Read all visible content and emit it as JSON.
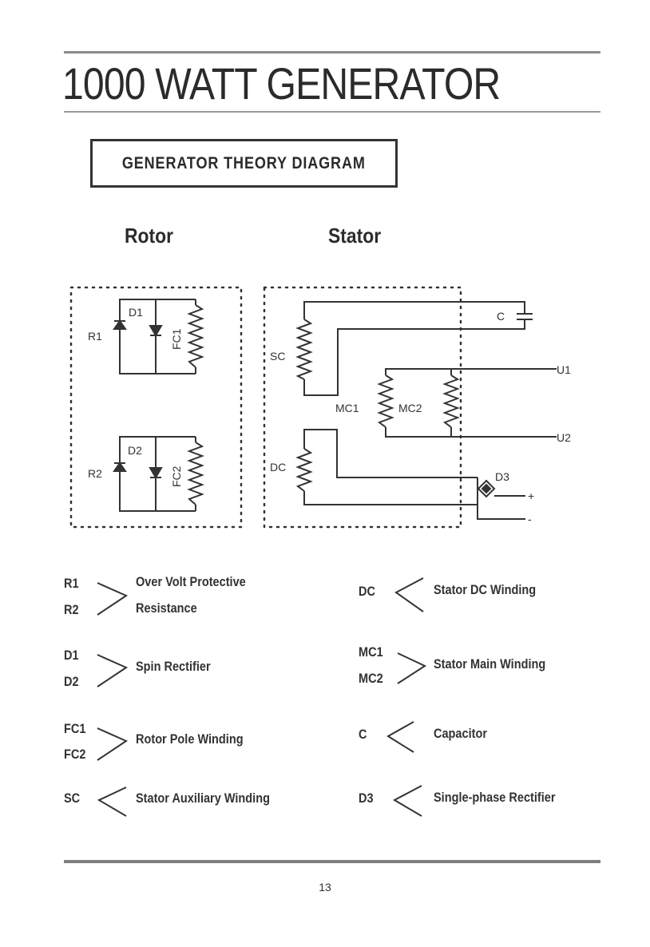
{
  "title": "1000 WATT GENERATOR",
  "subtitle": "GENERATOR THEORY DIAGRAM",
  "columns": {
    "rotor": "Rotor",
    "stator": "Stator"
  },
  "diagram_labels": {
    "d1": "D1",
    "r1": "R1",
    "fc1": "FC1",
    "d2": "D2",
    "r2": "R2",
    "fc2": "FC2",
    "sc": "SC",
    "c": "C",
    "u1": "U1",
    "mc1": "MC1",
    "mc2": "MC2",
    "u2": "U2",
    "dc": "DC",
    "d3": "D3",
    "plus": "+",
    "minus": "-"
  },
  "legend_left": [
    {
      "codes": [
        "R1",
        "R2"
      ],
      "description": [
        "Over  Volt Protective",
        "Resistance"
      ]
    },
    {
      "codes": [
        "D1",
        "D2"
      ],
      "description": [
        "Spin Rectifier"
      ]
    },
    {
      "codes": [
        "FC1",
        "FC2"
      ],
      "description": [
        "Rotor Pole  Winding"
      ]
    },
    {
      "codes": [
        "SC"
      ],
      "description": [
        "Stator Auxiliary  Winding"
      ]
    }
  ],
  "legend_right": [
    {
      "codes": [
        "DC"
      ],
      "description": [
        "Stator DC  Winding"
      ]
    },
    {
      "codes": [
        "MC1",
        "MC2"
      ],
      "description": [
        "Stator Main Winding"
      ]
    },
    {
      "codes": [
        "C"
      ],
      "description": [
        "Capacitor"
      ]
    },
    {
      "codes": [
        "D3"
      ],
      "description": [
        "Single-phase Rectifier"
      ]
    }
  ],
  "page_number": "13"
}
